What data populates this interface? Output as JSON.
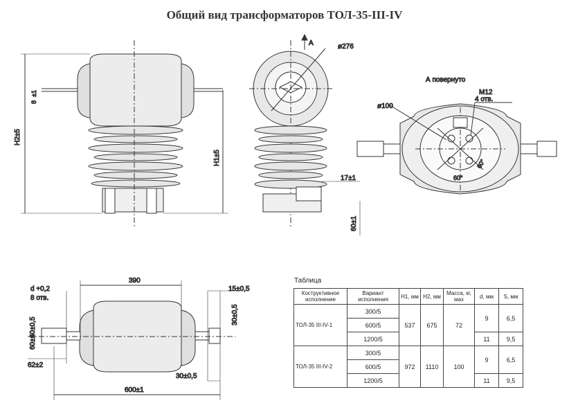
{
  "title": "Общий вид трансформаторов ТОЛ-35-III-IV",
  "labels": {
    "view_a": "A",
    "view_a_rotated": "А повернуто",
    "dia_276": "ø276",
    "dia_100": "ø100",
    "m12": "M12",
    "holes_4": "4 отв.",
    "angle_60a": "60°",
    "angle_60b": "60°",
    "h2": "Н2±5",
    "h1": "Н1±5",
    "tol_8": "8",
    "tol_pm1": "±1",
    "dim_17": "17±1",
    "dim_60": "60±1",
    "dim_390": "390",
    "dim_d": "d +0,2",
    "holes_8": "8 отв.",
    "dim_15": "15±0,5",
    "dim_30v": "30±0,5",
    "dim_60_05": "60±0,5",
    "dim_60_1": "60±1",
    "dim_62": "62±2",
    "dim_30h": "30±0,5",
    "dim_600": "600±1"
  },
  "table": {
    "caption": "Таблица",
    "headers": [
      "Коструктивное исполнение",
      "Вариант исполнения",
      "Н1, мм",
      "Н2, мм",
      "Масса, кг, мах",
      "d, мм",
      "S, мм"
    ],
    "groups": [
      {
        "name": "ТОЛ-35 III-IV-1",
        "variants": [
          "300/5",
          "600/5",
          "1200/5"
        ],
        "h1": "537",
        "h2": "675",
        "mass": "72",
        "d": [
          "9",
          "11"
        ],
        "s": [
          "6,5",
          "9,5"
        ]
      },
      {
        "name": "ТОЛ-35 III-IV-2",
        "variants": [
          "300/5",
          "600/5",
          "1200/5"
        ],
        "h1": "972",
        "h2": "1110",
        "mass": "100",
        "d": [
          "9",
          "11"
        ],
        "s": [
          "6,5",
          "9,5"
        ]
      }
    ]
  }
}
